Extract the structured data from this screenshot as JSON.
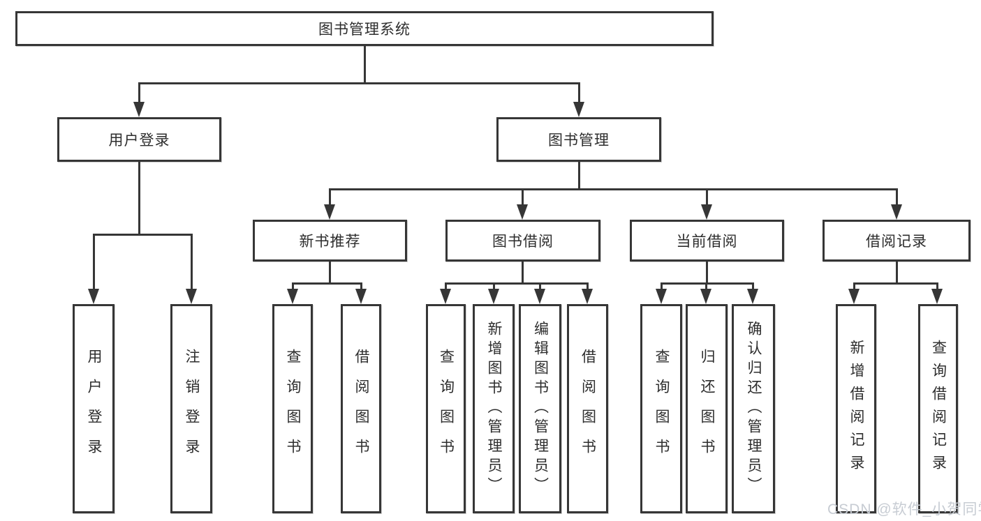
{
  "title": {
    "label": "图书管理系统"
  },
  "branches": {
    "login": {
      "label": "用户登录"
    },
    "management": {
      "label": "图书管理"
    }
  },
  "modules": {
    "newBooks": {
      "label": "新书推荐"
    },
    "borrow": {
      "label": "图书借阅"
    },
    "current": {
      "label": "当前借阅"
    },
    "records": {
      "label": "借阅记录"
    }
  },
  "leaves": {
    "login": [
      {
        "label": "用户登录"
      },
      {
        "label": "注销登录"
      }
    ],
    "newBooks": [
      {
        "label": "查询图书"
      },
      {
        "label": "借阅图书"
      }
    ],
    "borrow": [
      {
        "label": "查询图书"
      },
      {
        "label": "新增图书（管理员）"
      },
      {
        "label": "编辑图书（管理员）"
      },
      {
        "label": "借阅图书"
      }
    ],
    "current": [
      {
        "label": "查询图书"
      },
      {
        "label": "归还图书"
      },
      {
        "label": "确认归还（管理员）"
      }
    ],
    "records": [
      {
        "label": "新增借阅记录"
      },
      {
        "label": "查询借阅记录"
      }
    ]
  },
  "watermark": {
    "text": "CSDN @软件_小贺同学"
  },
  "colors": {
    "line": "#363636",
    "text": "#2d2d2d",
    "background": "#ffffff",
    "watermark": "#c7ccd3"
  }
}
